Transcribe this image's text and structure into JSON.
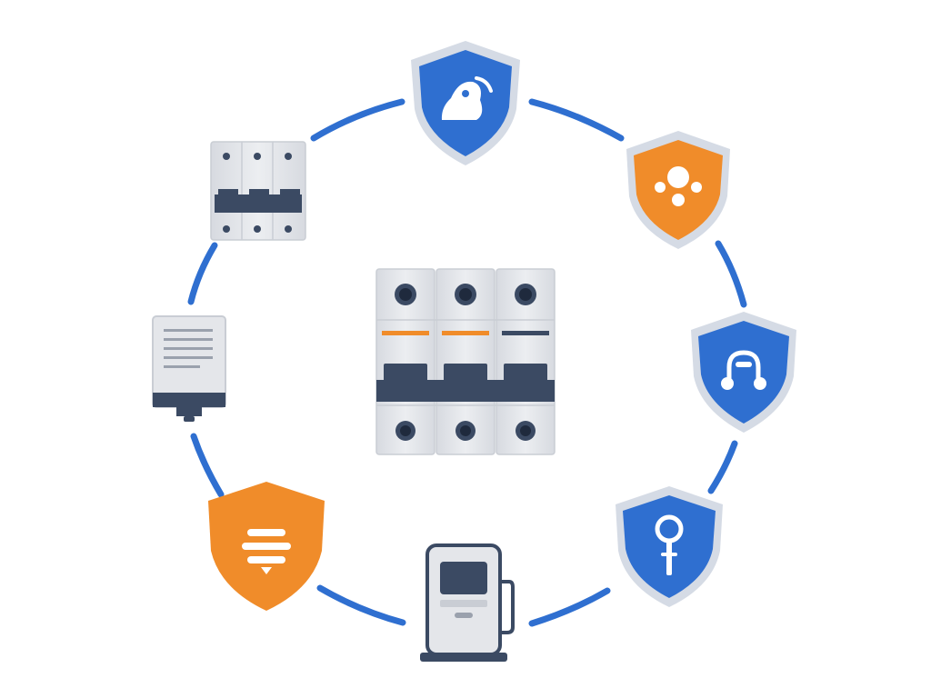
{
  "diagram": {
    "layout": "ring",
    "center": "breaker-3-pole-large",
    "nodes": [
      {
        "id": "shield-cloud",
        "icon": "cloud-shield-icon",
        "color": "blue"
      },
      {
        "id": "shield-network",
        "icon": "network-shield-icon",
        "color": "orange"
      },
      {
        "id": "shield-headset",
        "icon": "headset-shield-icon",
        "color": "blue"
      },
      {
        "id": "shield-key",
        "icon": "key-shield-icon",
        "color": "blue"
      },
      {
        "id": "ev-charger",
        "icon": "charging-station-icon",
        "color": "gray"
      },
      {
        "id": "shield-menu",
        "icon": "list-shield-icon",
        "color": "orange"
      },
      {
        "id": "panel-meter",
        "icon": "panel-meter-icon",
        "color": "gray"
      },
      {
        "id": "breaker-small",
        "icon": "breaker-icon",
        "color": "gray"
      }
    ]
  },
  "colors": {
    "ring": "#2f6fd0",
    "shield_blue": "#2f6fd0",
    "shield_orange": "#f08c2a",
    "shield_rim": "#d5dbe5",
    "device_body": "#e4e6ea",
    "device_dark": "#3b4a63",
    "accent_orange": "#f08c2a"
  }
}
